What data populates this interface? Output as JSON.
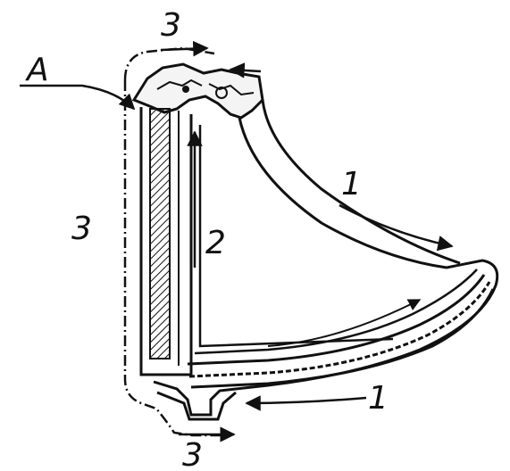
{
  "labels": {
    "a": "A",
    "one_upper": "1",
    "one_lower": "1",
    "two": "2",
    "three_top": "3",
    "three_left": "3",
    "three_bottom": "3"
  },
  "colors": {
    "ink": "#111111",
    "background": "#ffffff"
  }
}
